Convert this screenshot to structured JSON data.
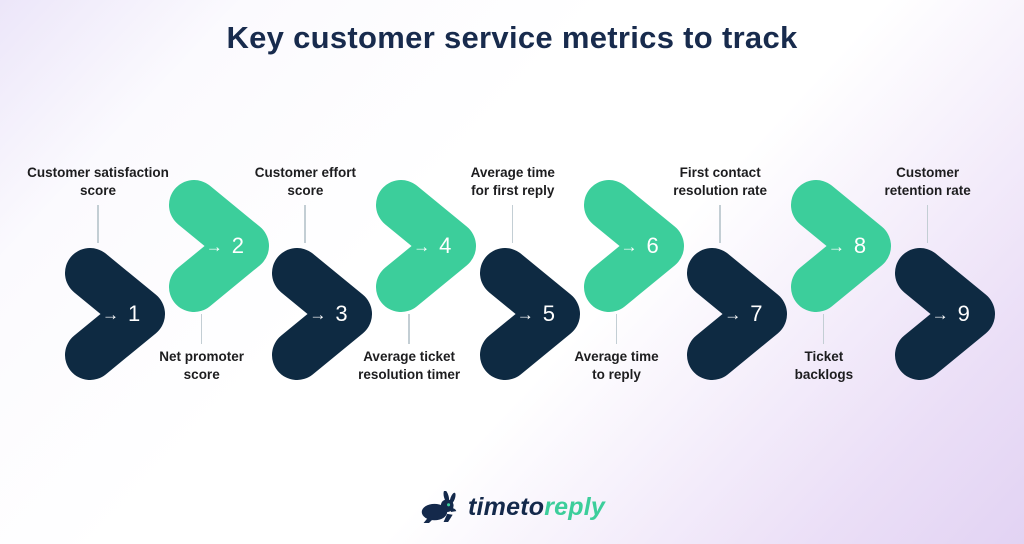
{
  "page": {
    "title": "Key customer service metrics to track"
  },
  "glyphs": {
    "arrow": "→"
  },
  "steps": [
    {
      "number": "1",
      "label": "Customer satisfaction\nscore",
      "color": "navy",
      "label_position": "top"
    },
    {
      "number": "2",
      "label": "Net promoter\nscore",
      "color": "green",
      "label_position": "bottom"
    },
    {
      "number": "3",
      "label": "Customer effort\nscore",
      "color": "navy",
      "label_position": "top"
    },
    {
      "number": "4",
      "label": "Average ticket\nresolution timer",
      "color": "green",
      "label_position": "bottom"
    },
    {
      "number": "5",
      "label": "Average time\nfor first reply",
      "color": "navy",
      "label_position": "top"
    },
    {
      "number": "6",
      "label": "Average time\nto reply",
      "color": "green",
      "label_position": "bottom"
    },
    {
      "number": "7",
      "label": "First contact\nresolution rate",
      "color": "navy",
      "label_position": "top"
    },
    {
      "number": "8",
      "label": "Ticket\nbacklogs",
      "color": "green",
      "label_position": "bottom"
    },
    {
      "number": "9",
      "label": "Customer\nretention rate",
      "color": "navy",
      "label_position": "top"
    }
  ],
  "logo": {
    "icon": "rabbit-icon",
    "text_dark": "timeto",
    "text_green": "reply"
  },
  "colors": {
    "navy_chevron": "#0E2A42",
    "green_chevron": "#3CCE9B",
    "title_navy": "#182B4D",
    "label_text": "#1D1D1F",
    "connector_line": "#C3CED4",
    "number_text": "#FFFFFF",
    "background_lavender_top_left": "#ECE6F9",
    "background_lavender_bottom_right": "#E2D3F4"
  }
}
